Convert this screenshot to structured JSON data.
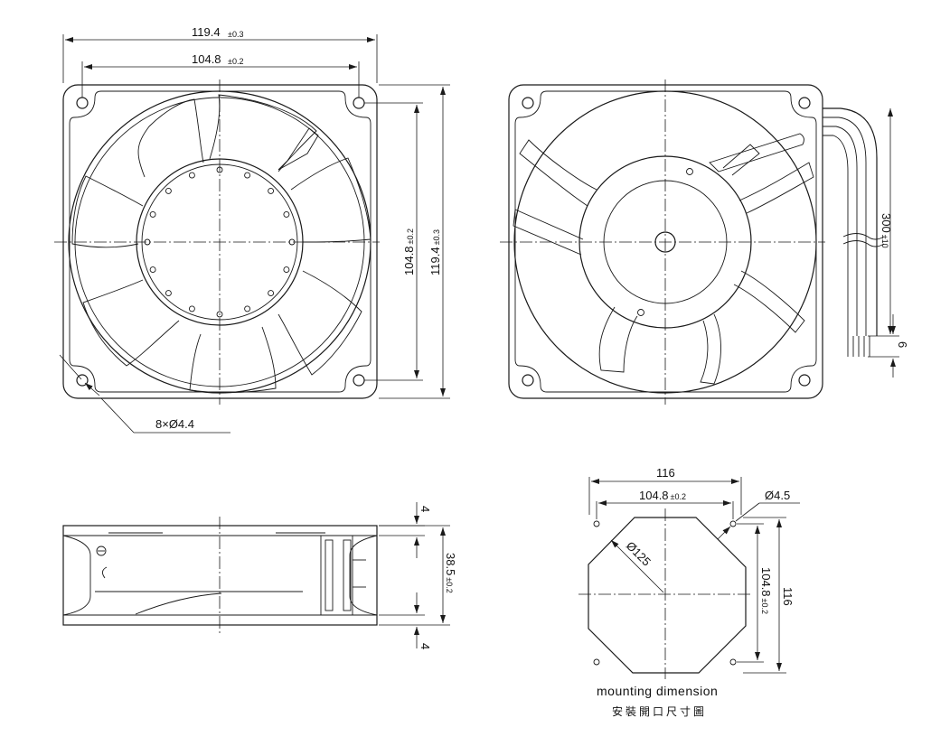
{
  "colors": {
    "line": "#1a1a1a",
    "background": "#ffffff"
  },
  "front_view": {
    "overall_width": {
      "value": "119.4",
      "tol": "±0.3"
    },
    "hole_pitch_width": {
      "value": "104.8",
      "tol": "±0.2"
    },
    "hole_pitch_height": {
      "value": "104.8",
      "tol": "±0.2"
    },
    "overall_height": {
      "value": "119.4",
      "tol": "±0.3"
    },
    "mounting_holes": "8×Ø4.4"
  },
  "rear_view": {
    "lead_length": {
      "value": "300",
      "tol": "±10"
    },
    "lead_strip": "6"
  },
  "side_view": {
    "flange_top": "4",
    "depth": {
      "value": "38.5",
      "tol": "±0.2"
    },
    "flange_bottom": "4"
  },
  "mounting_dimension": {
    "outer_width": "116",
    "hole_pitch_width": {
      "value": "104.8",
      "tol": "±0.2"
    },
    "hole_diameter": "Ø4.5",
    "opening_diameter": "Ø125",
    "hole_pitch_height": {
      "value": "104.8",
      "tol": "±0.2"
    },
    "outer_height": "116",
    "caption_en": "mounting dimension",
    "caption_zh": "安裝開口尺寸圖"
  }
}
